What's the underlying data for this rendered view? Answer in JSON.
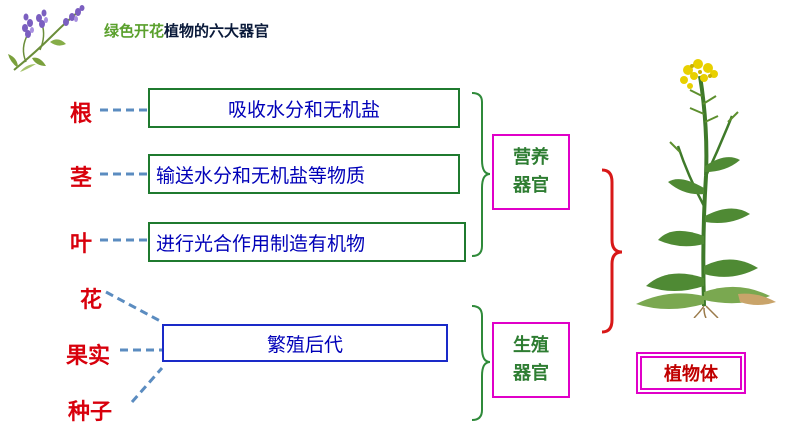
{
  "header": {
    "title_part1": "绿色开花",
    "title_part2": "植物的六大器官"
  },
  "organs": {
    "root": "根",
    "stem": "茎",
    "leaf": "叶",
    "flower": "花",
    "fruit": "果实",
    "seed": "种子"
  },
  "functions": {
    "root": "吸收水分和无机盐",
    "stem": "输送水分和无机盐等物质",
    "leaf": "进行光合作用制造有机物",
    "reproduction": "繁殖后代"
  },
  "groups": {
    "vegetative_line1": "营养",
    "vegetative_line2": "器官",
    "reproductive_line1": "生殖",
    "reproductive_line2": "器官"
  },
  "whole": {
    "label": "植物体"
  },
  "colors": {
    "organ_text": "#d8000c",
    "function_text": "#0000b8",
    "function_border": "#1f7a2f",
    "group_border": "#e000c8",
    "group_text": "#2e7d32",
    "connector": "#5b8cc0",
    "brace_green": "#2f8a3a",
    "brace_red": "#d81818"
  },
  "icons": [
    "lavender-sprig-icon",
    "rapeseed-plant-illustration"
  ]
}
